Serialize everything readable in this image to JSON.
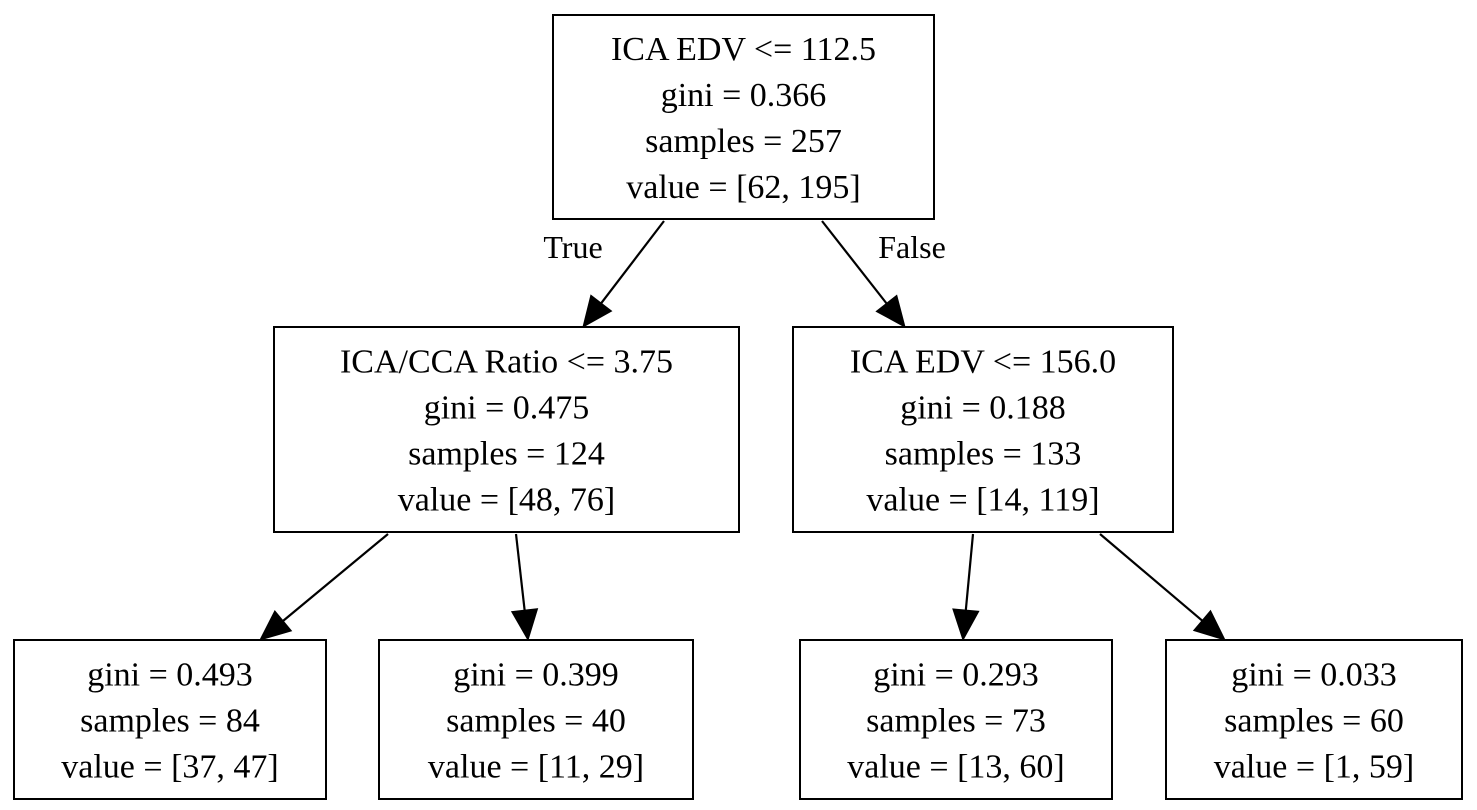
{
  "tree": {
    "nodes": [
      {
        "id": "root",
        "lines": [
          "ICA EDV <= 112.5",
          "gini = 0.366",
          "samples = 257",
          "value = [62, 195]"
        ]
      },
      {
        "id": "left",
        "lines": [
          "ICA/CCA Ratio <= 3.75",
          "gini = 0.475",
          "samples = 124",
          "value = [48, 76]"
        ]
      },
      {
        "id": "right",
        "lines": [
          "ICA EDV <= 156.0",
          "gini = 0.188",
          "samples = 133",
          "value = [14, 119]"
        ]
      },
      {
        "id": "left-left",
        "lines": [
          "gini = 0.493",
          "samples = 84",
          "value = [37, 47]"
        ]
      },
      {
        "id": "left-right",
        "lines": [
          "gini = 0.399",
          "samples = 40",
          "value = [11, 29]"
        ]
      },
      {
        "id": "right-left",
        "lines": [
          "gini = 0.293",
          "samples = 73",
          "value = [13, 60]"
        ]
      },
      {
        "id": "right-right",
        "lines": [
          "gini = 0.033",
          "samples = 60",
          "value = [1, 59]"
        ]
      }
    ],
    "edges": [
      {
        "from": "root",
        "to": "left",
        "label": "True"
      },
      {
        "from": "root",
        "to": "right",
        "label": "False"
      },
      {
        "from": "left",
        "to": "left-left",
        "label": ""
      },
      {
        "from": "left",
        "to": "left-right",
        "label": ""
      },
      {
        "from": "right",
        "to": "right-left",
        "label": ""
      },
      {
        "from": "right",
        "to": "right-right",
        "label": ""
      }
    ]
  }
}
